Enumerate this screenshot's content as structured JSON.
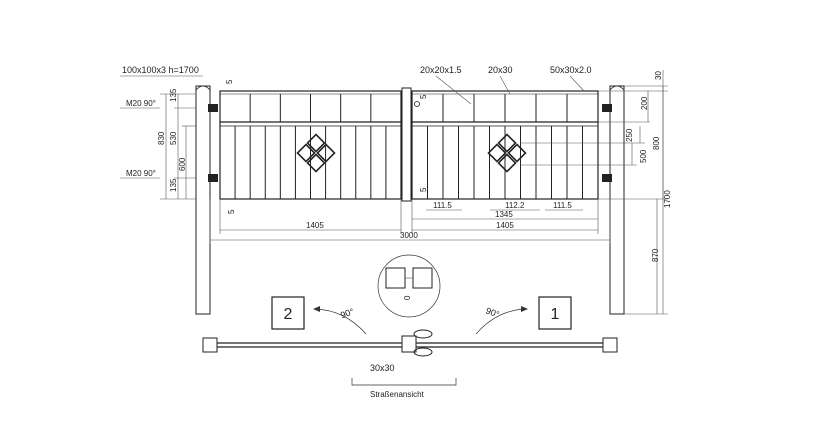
{
  "labels": {
    "post": "100x100x3  h=1700",
    "hinge_top": "M20 90°",
    "hinge_bottom": "M20 90°",
    "frame_profile": "20x20x1.5",
    "bar_profile": "20x30",
    "rail_profile": "50x30x2.0",
    "lock_profile": "30x30",
    "street_view": "Straßenansicht"
  },
  "dims": {
    "left_gap_top": "5",
    "left_gap_bottom": "5",
    "center_gap_top": "5",
    "center_gap_bottom": "5",
    "top_offset": "135",
    "total_height_left": "830",
    "mid_height": "530",
    "lower_height": "600",
    "bottom_offset": "135",
    "post_top": "30",
    "top_band": "200",
    "ornament_offset": "250",
    "gate_height": "800",
    "ornament_height": "500",
    "post_total": "1700",
    "post_ground": "870",
    "gap_a": "111.5",
    "gap_b": "112.2",
    "gap_c": "111.5",
    "inner_span": "1345",
    "leaf_left": "1405",
    "leaf_right": "1405",
    "total_width": "3000",
    "detail_gap": "0"
  },
  "plan": {
    "angle_left": "90°",
    "angle_right": "90°",
    "leaf_left_number": "2",
    "leaf_right_number": "1"
  }
}
